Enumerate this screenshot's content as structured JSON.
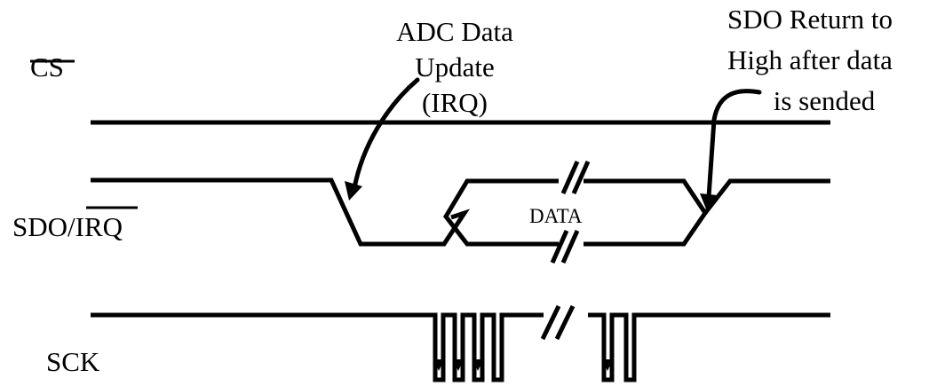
{
  "signals": {
    "cs": "CS",
    "sdo": "SDO/",
    "irq": "IRQ",
    "sck": "SCK"
  },
  "data_label": "DATA",
  "annotations": {
    "adc_update": [
      "ADC Data",
      "Update",
      "(IRQ)"
    ],
    "sdo_return": [
      "SDO Return to",
      "High after data",
      "is sended"
    ]
  }
}
